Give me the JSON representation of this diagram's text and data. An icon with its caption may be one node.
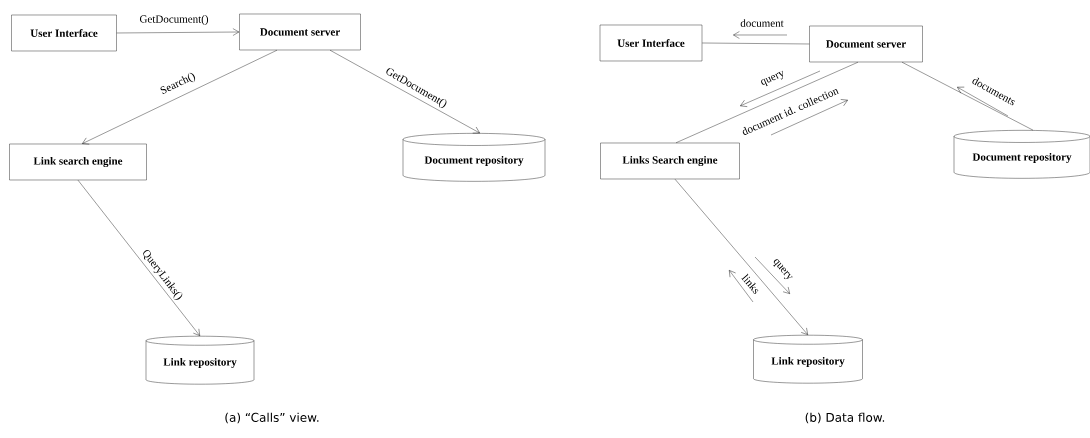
{
  "diagram": {
    "nodes": [
      {
        "text": [
          "User Interface"
        ]
      },
      {
        "text": [
          "Document server"
        ]
      },
      {
        "text": [
          "Link search engine"
        ]
      },
      {
        "text": [
          "Document repository"
        ]
      },
      {
        "text": [
          "Link repository"
        ]
      },
      {
        "text": [
          "User Interface"
        ]
      },
      {
        "text": [
          "Document server"
        ]
      },
      {
        "text": [
          "Links Search engine"
        ]
      },
      {
        "text": [
          "Document repository"
        ]
      },
      {
        "text": [
          "Link repository"
        ]
      }
    ],
    "edges": [
      {
        "from": 0,
        "to": 1,
        "arrow": "to",
        "label": "GetDocument()"
      },
      {
        "from": 1,
        "to": 2,
        "arrow": "to",
        "label": "Search()"
      },
      {
        "from": 1,
        "to": 3,
        "arrow": "to",
        "label": "GetDocument()"
      },
      {
        "from": 2,
        "to": 4,
        "arrow": "to",
        "label": "QueryLinks()"
      },
      {
        "from": 6,
        "to": 5,
        "arrow": "none",
        "label": "document"
      },
      {
        "from": 6,
        "to": 7,
        "arrow": "none",
        "label": "query"
      },
      {
        "from": 6,
        "to": 8,
        "arrow": "none",
        "label": "documents"
      },
      {
        "from": 7,
        "to": 9,
        "arrow": "to",
        "label": "query"
      }
    ],
    "labels": [
      "document id. collection",
      "links",
      "(a) “Calls” view.",
      "(b) Data flow."
    ]
  }
}
